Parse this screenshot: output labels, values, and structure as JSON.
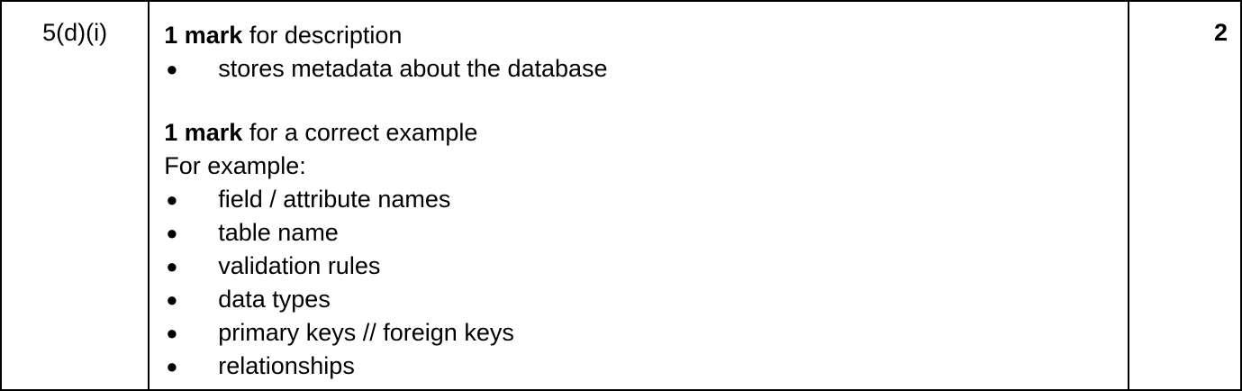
{
  "question": {
    "number": "5(d)(i)",
    "marks": "2"
  },
  "answer": {
    "description_block": {
      "bold_label": "1 mark",
      "rest_label": " for description",
      "bullets": [
        "stores metadata about the database"
      ]
    },
    "example_block": {
      "bold_label": "1 mark",
      "rest_label": " for a correct example",
      "intro": "For example:",
      "bullets": [
        "field / attribute names",
        "table name",
        "validation rules",
        "data types",
        "primary keys // foreign keys",
        "relationships"
      ]
    }
  },
  "icons": {
    "bullet": "bullet-dot-icon"
  }
}
